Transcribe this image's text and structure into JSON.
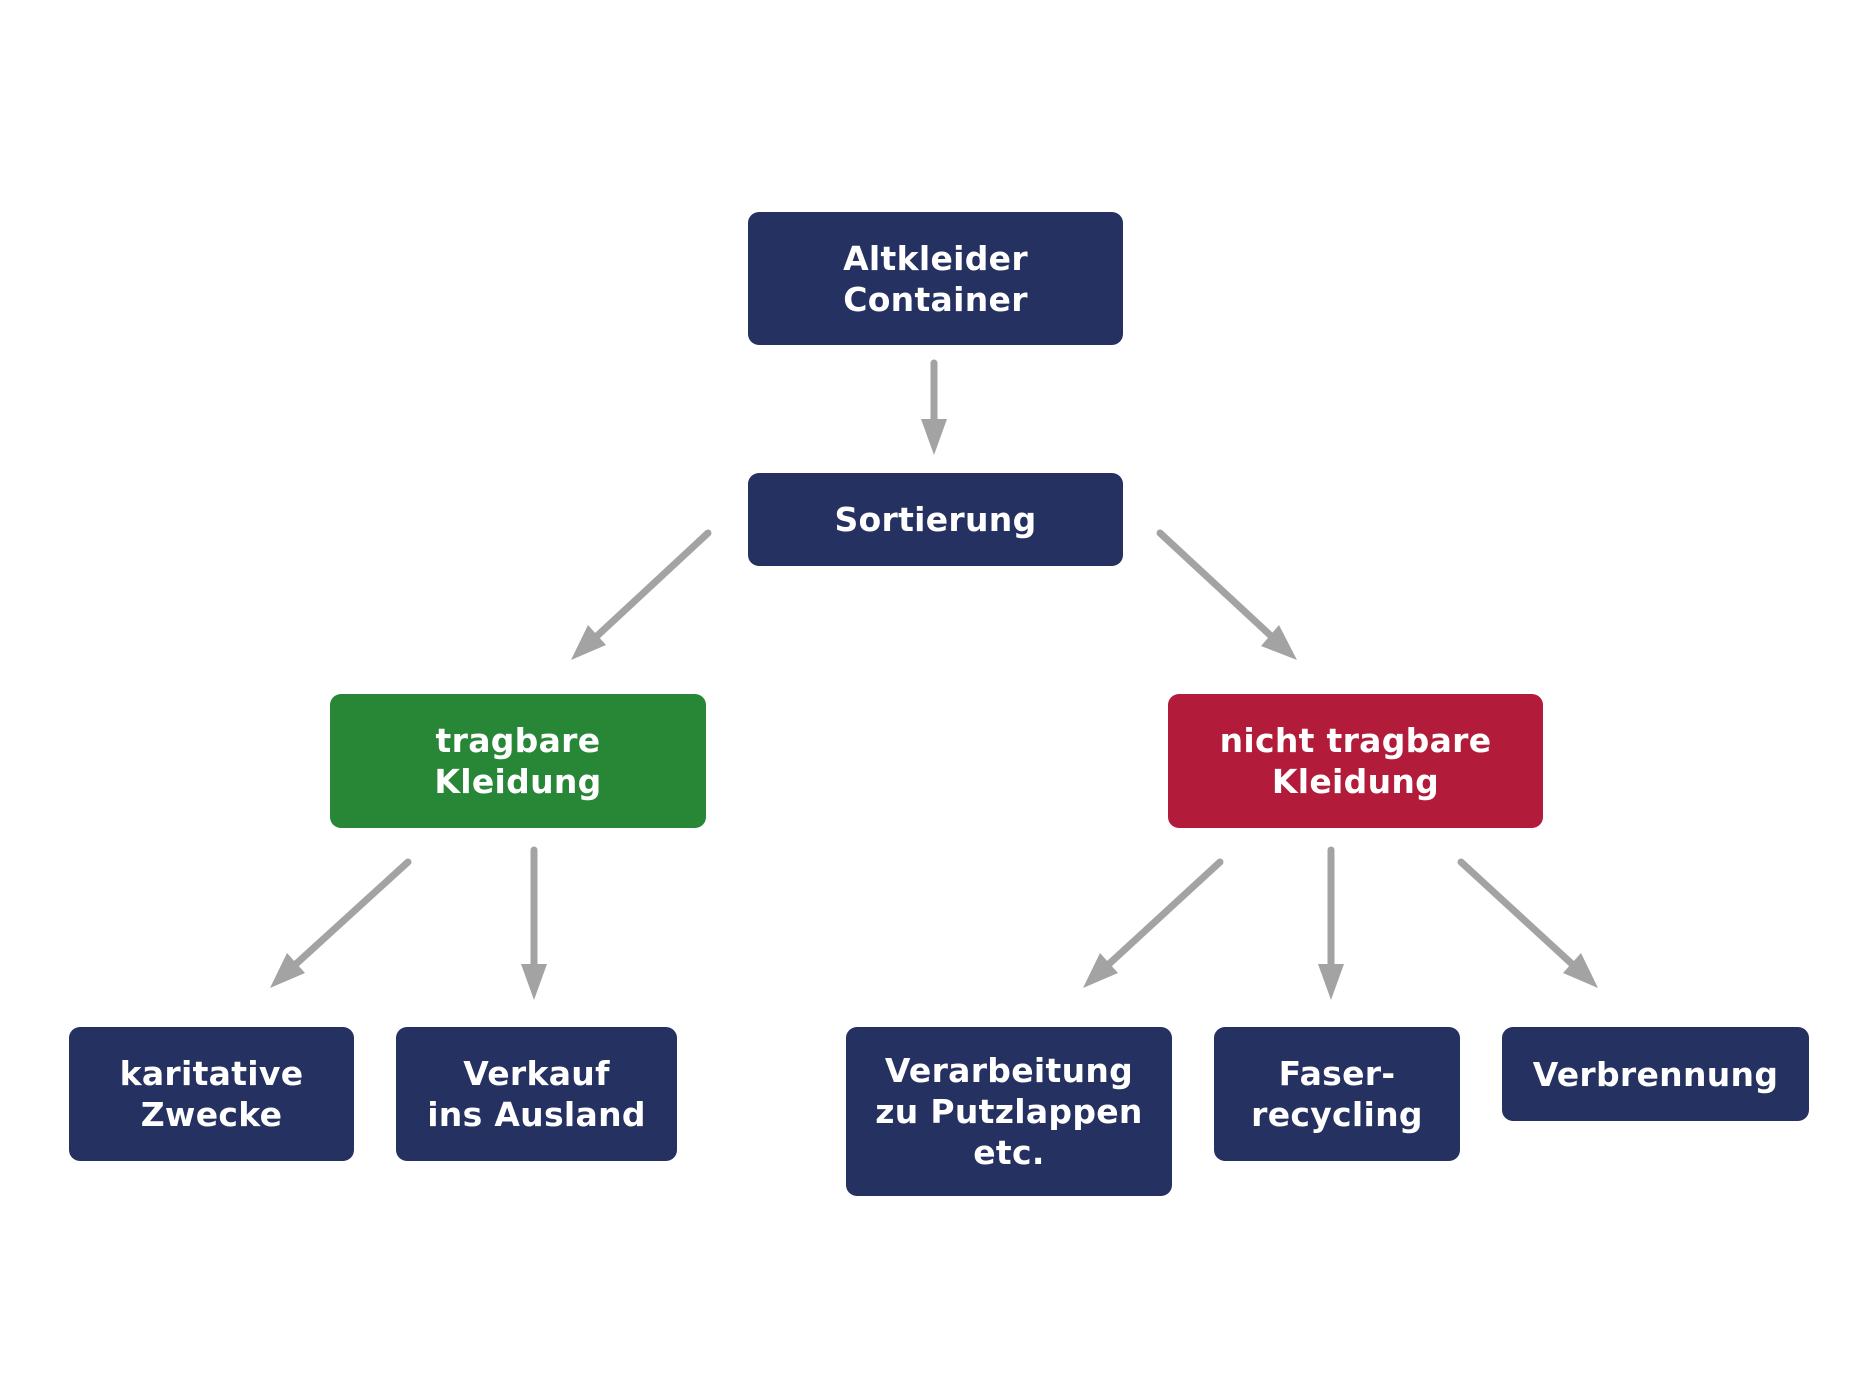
{
  "colors": {
    "navy": "#253160",
    "green": "#288637",
    "red": "#b21b39",
    "arrow": "#a3a3a3",
    "text": "#ffffff",
    "background": "#ffffff"
  },
  "nodes": {
    "container": {
      "lines": [
        "Altkleider",
        "Container"
      ]
    },
    "sortierung": {
      "lines": [
        "Sortierung"
      ]
    },
    "tragbar": {
      "lines": [
        "tragbare",
        "Kleidung"
      ]
    },
    "nicht_tragbar": {
      "lines": [
        "nicht tragbare",
        "Kleidung"
      ]
    },
    "karitativ": {
      "lines": [
        "karitative",
        "Zwecke"
      ]
    },
    "verkauf": {
      "lines": [
        "Verkauf",
        "ins Ausland"
      ]
    },
    "verarbeitung": {
      "lines": [
        "Verarbeitung",
        "zu Putzlappen",
        "etc."
      ]
    },
    "faser": {
      "lines": [
        "Faser-",
        "recycling"
      ]
    },
    "verbrennung": {
      "lines": [
        "Verbrennung"
      ]
    }
  },
  "edges": [
    {
      "from": "container",
      "to": "sortierung"
    },
    {
      "from": "sortierung",
      "to": "tragbar"
    },
    {
      "from": "sortierung",
      "to": "nicht_tragbar"
    },
    {
      "from": "tragbar",
      "to": "karitativ"
    },
    {
      "from": "tragbar",
      "to": "verkauf"
    },
    {
      "from": "nicht_tragbar",
      "to": "verarbeitung"
    },
    {
      "from": "nicht_tragbar",
      "to": "faser"
    },
    {
      "from": "nicht_tragbar",
      "to": "verbrennung"
    }
  ]
}
